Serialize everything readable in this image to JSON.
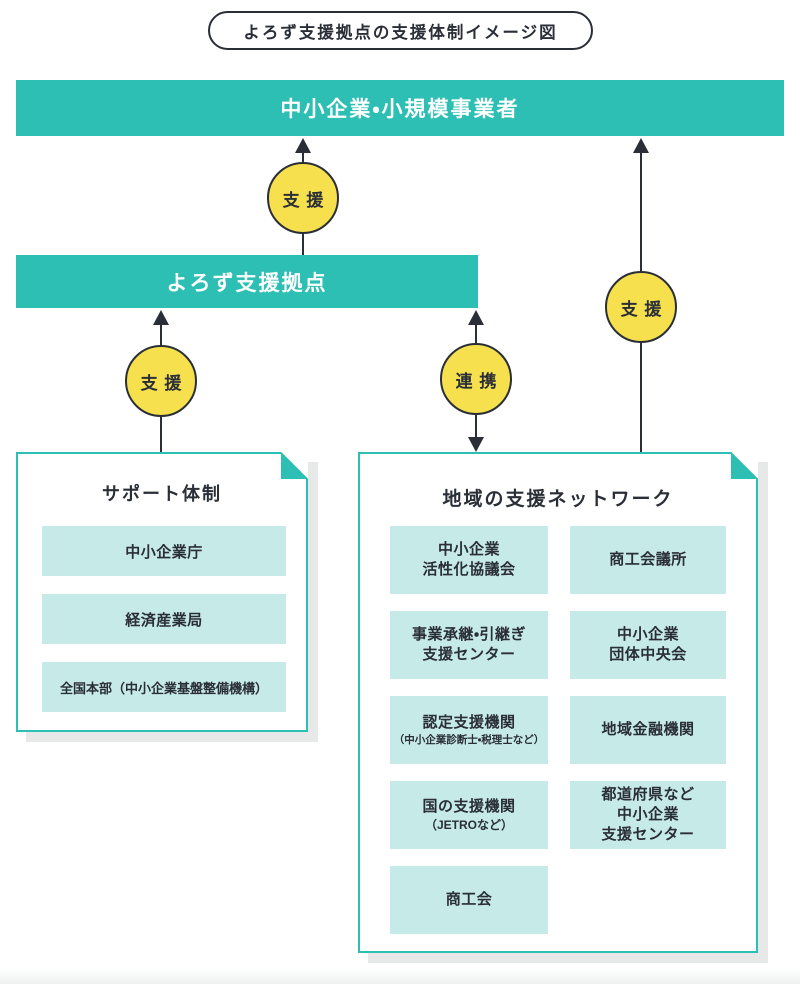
{
  "title": "よろず支援拠点の支援体制イメージ図",
  "colors": {
    "teal": "#2ebfb4",
    "teal_light": "#c6eae7",
    "yellow": "#f6e04d",
    "ink": "#2a2e37",
    "shadow": "#e7e8e8"
  },
  "banners": {
    "sme": "中小企業・小規模事業者",
    "yorozu": "よろず支援拠点"
  },
  "connectors": [
    {
      "label": "支援",
      "direction": "up",
      "from": "よろず支援拠点",
      "to": "中小企業・小規模事業者"
    },
    {
      "label": "支援",
      "direction": "up",
      "from": "サポート体制",
      "to": "よろず支援拠点"
    },
    {
      "label": "連携",
      "direction": "both",
      "from": "地域の支援ネットワーク",
      "to": "よろず支援拠点"
    },
    {
      "label": "支援",
      "direction": "up",
      "from": "地域の支援ネットワーク",
      "to": "中小企業・小規模事業者"
    }
  ],
  "support_card": {
    "title": "サポート体制",
    "items": [
      "中小企業庁",
      "経済産業局",
      "全国本部（中小企業基盤整備機構）"
    ]
  },
  "network_card": {
    "title": "地域の支援ネットワーク",
    "items": [
      {
        "l1": "中小企業",
        "l2": "活性化協議会"
      },
      {
        "l1": "商工会議所"
      },
      {
        "l1": "事業承継・引継ぎ",
        "l2": "支援センター"
      },
      {
        "l1": "中小企業",
        "l2": "団体中央会"
      },
      {
        "l1": "認定支援機関",
        "sub": "（中小企業診断士・税理士など）"
      },
      {
        "l1": "地域金融機関"
      },
      {
        "l1": "国の支援機関",
        "sub": "（JETROなど）"
      },
      {
        "l1": "都道府県など",
        "l2": "中小企業",
        "l3": "支援センター"
      },
      {
        "l1": "商工会"
      }
    ]
  }
}
